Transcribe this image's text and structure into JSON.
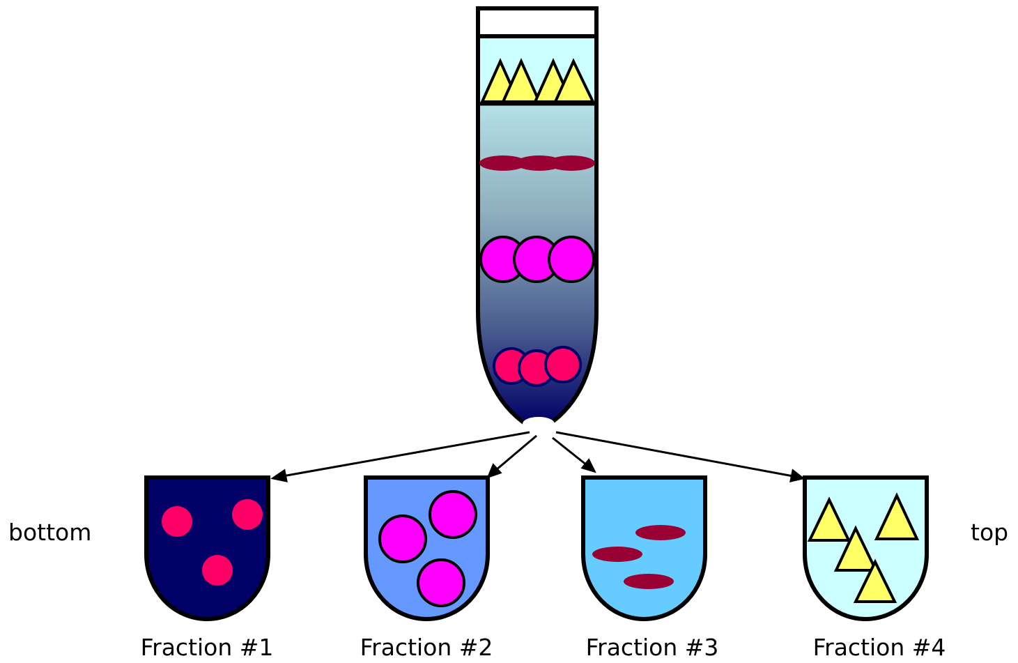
{
  "labels": {
    "left_end": "bottom",
    "right_end": "top"
  },
  "fractions": [
    {
      "label": "Fraction #1",
      "fill": "#000066",
      "content": "small-red-circles"
    },
    {
      "label": "Fraction #2",
      "fill": "#6699ff",
      "content": "magenta-circles"
    },
    {
      "label": "Fraction #3",
      "fill": "#66ccff",
      "content": "dark-red-ellipses"
    },
    {
      "label": "Fraction #4",
      "fill": "#ccffff",
      "content": "yellow-triangles"
    }
  ],
  "colors": {
    "yellow_triangle": "#ffff66",
    "dark_red_band": "#990033",
    "magenta_circle": "#ff00ff",
    "red_circle": "#ff0066",
    "outline": "#000000",
    "tube_top_color": "#ccffff",
    "tube_mid_color": "#7fa6b6",
    "tube_bottom_color": "#000066"
  }
}
